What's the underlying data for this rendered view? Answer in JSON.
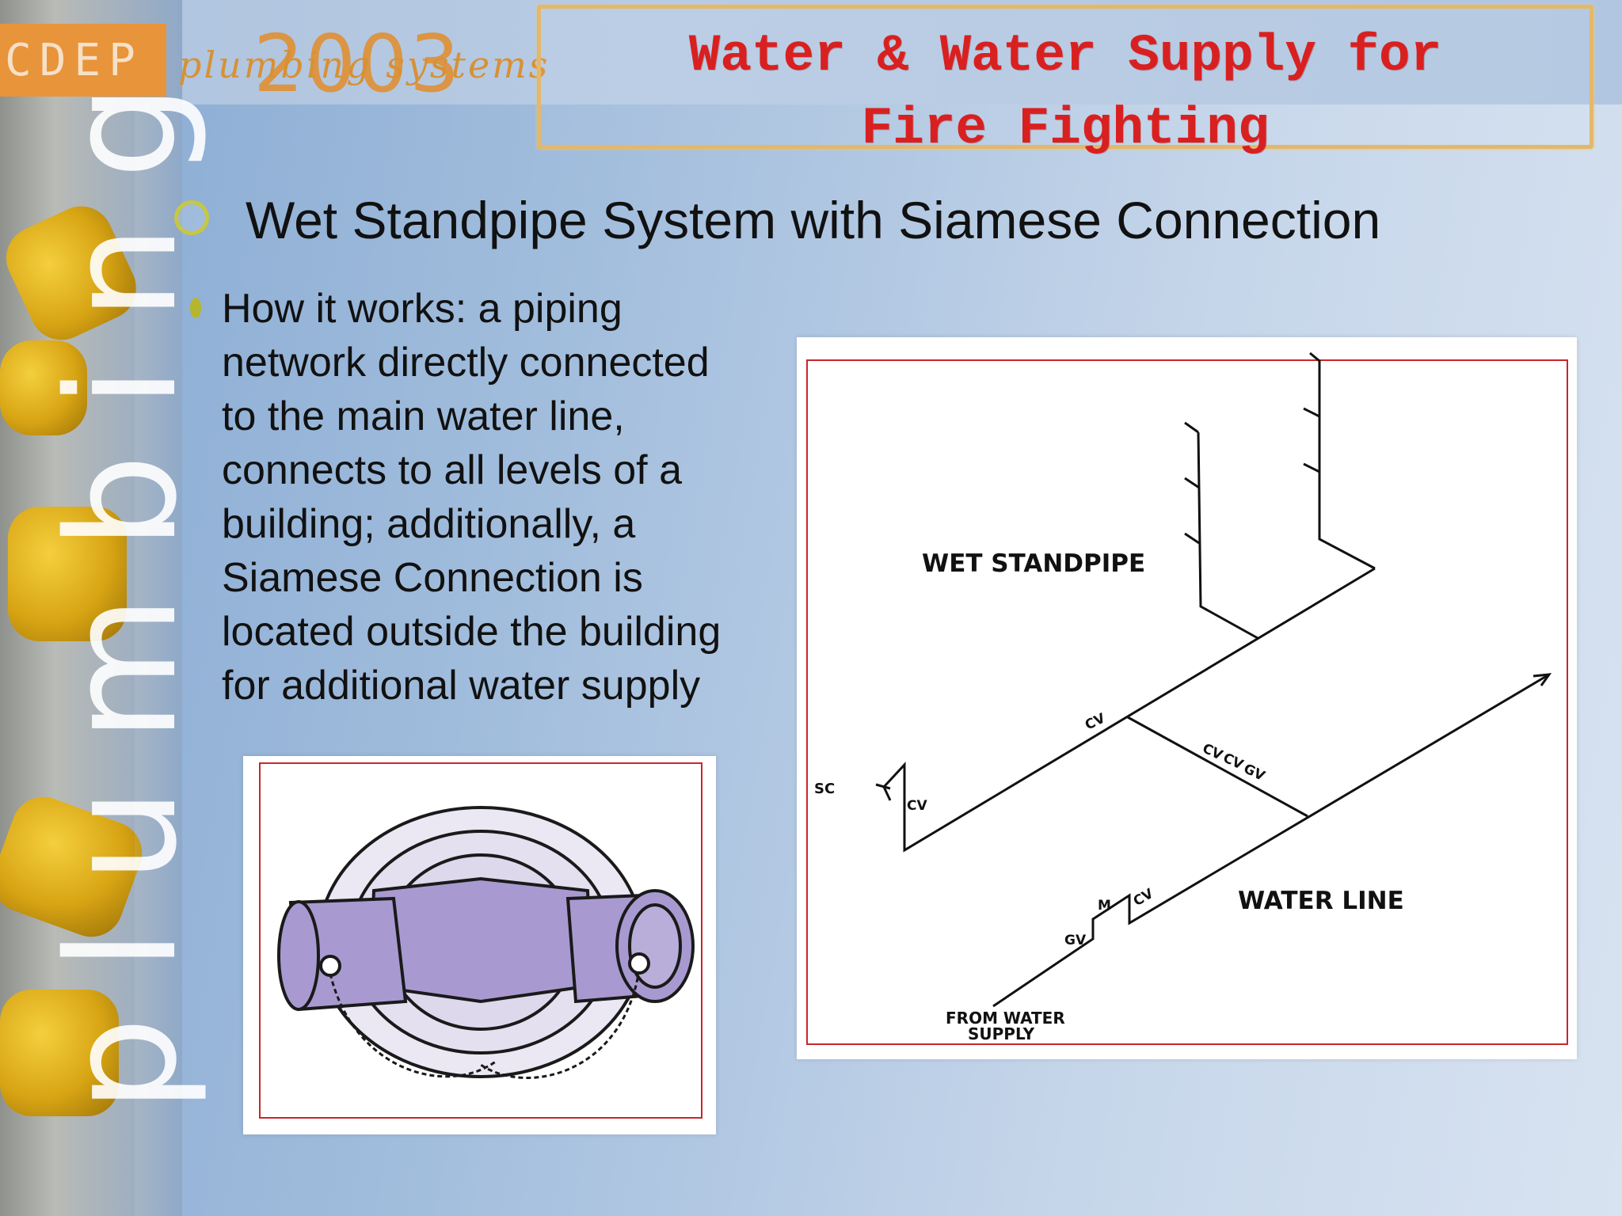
{
  "logo": {
    "brand": "CDEP",
    "script": "plumbing systems",
    "year": "2003"
  },
  "side_banner": {
    "word": "plumbing"
  },
  "title": {
    "line1": "Water & Water Supply for",
    "line2": "Fire Fighting"
  },
  "heading": "Wet Standpipe System with Siamese Connection",
  "body_lines": [
    "How it works: a piping",
    "network directly connected",
    "to the main water line,",
    "connects to all levels of a",
    "building; additionally, a",
    "Siamese Connection is",
    "located outside the building",
    "for additional water supply"
  ],
  "diagram": {
    "wet_standpipe": "WET STANDPIPE",
    "water_line": "WATER LINE",
    "from_supply_1": "FROM WATER",
    "from_supply_2": "SUPPLY",
    "sc": "SC",
    "cv": "CV",
    "m": "M",
    "gv": "GV"
  },
  "colors": {
    "title_red": "#d92020",
    "frame_red": "#c8262c",
    "bullet_olive": "#c7c743",
    "logo_orange": "#e8943a"
  }
}
